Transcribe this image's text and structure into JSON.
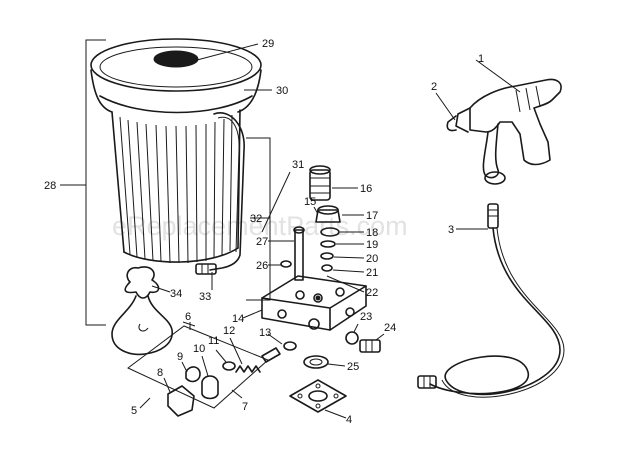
{
  "watermark": "eReplacementParts.com",
  "labels": [
    {
      "id": "1",
      "text": "1"
    },
    {
      "id": "2",
      "text": "2"
    },
    {
      "id": "3",
      "text": "3"
    },
    {
      "id": "4",
      "text": "4"
    },
    {
      "id": "5",
      "text": "5"
    },
    {
      "id": "6",
      "text": "6"
    },
    {
      "id": "7",
      "text": "7"
    },
    {
      "id": "8",
      "text": "8"
    },
    {
      "id": "9",
      "text": "9"
    },
    {
      "id": "10",
      "text": "10"
    },
    {
      "id": "11",
      "text": "11"
    },
    {
      "id": "12",
      "text": "12"
    },
    {
      "id": "13",
      "text": "13"
    },
    {
      "id": "14",
      "text": "14"
    },
    {
      "id": "15",
      "text": "15"
    },
    {
      "id": "16",
      "text": "16"
    },
    {
      "id": "17",
      "text": "17"
    },
    {
      "id": "18",
      "text": "18"
    },
    {
      "id": "19",
      "text": "19"
    },
    {
      "id": "20",
      "text": "20"
    },
    {
      "id": "21",
      "text": "21"
    },
    {
      "id": "22",
      "text": "22"
    },
    {
      "id": "23",
      "text": "23"
    },
    {
      "id": "24",
      "text": "24"
    },
    {
      "id": "25",
      "text": "25"
    },
    {
      "id": "26",
      "text": "26"
    },
    {
      "id": "27",
      "text": "27"
    },
    {
      "id": "28",
      "text": "28"
    },
    {
      "id": "29",
      "text": "29"
    },
    {
      "id": "30",
      "text": "30"
    },
    {
      "id": "31",
      "text": "31"
    },
    {
      "id": "32",
      "text": "32"
    },
    {
      "id": "33",
      "text": "33"
    },
    {
      "id": "34",
      "text": "34"
    }
  ]
}
